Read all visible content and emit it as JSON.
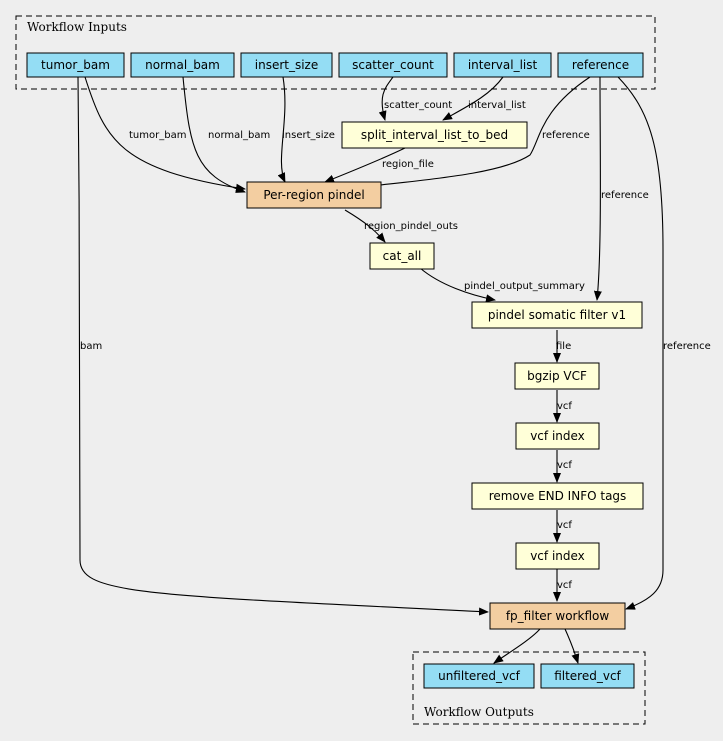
{
  "clusters": {
    "inputs": {
      "title": "Workflow Inputs"
    },
    "outputs": {
      "title": "Workflow Outputs"
    }
  },
  "colors": {
    "input": "#94ddf4",
    "step": "#ffffd8",
    "subworkflow": "#f3cea1",
    "background": "#eeeeee"
  },
  "nodes": {
    "tumor_bam": "tumor_bam",
    "normal_bam": "normal_bam",
    "insert_size": "insert_size",
    "scatter_count": "scatter_count",
    "interval_list": "interval_list",
    "reference": "reference",
    "split_interval_list_to_bed": "split_interval_list_to_bed",
    "per_region_pindel": "Per-region pindel",
    "cat_all": "cat_all",
    "pindel_somatic_filter": "pindel somatic filter v1",
    "bgzip_vcf": "bgzip VCF",
    "vcf_index_1": "vcf index",
    "remove_end_info_tags": "remove END INFO tags",
    "vcf_index_2": "vcf index",
    "fp_filter_workflow": "fp_filter workflow",
    "unfiltered_vcf": "unfiltered_vcf",
    "filtered_vcf": "filtered_vcf"
  },
  "edges": {
    "scatter_count": "scatter_count",
    "interval_list": "interval_list",
    "tumor_bam": "tumor_bam",
    "normal_bam": "normal_bam",
    "insert_size": "insert_size",
    "reference_pindel": "reference",
    "region_file": "region_file",
    "reference_filter": "reference",
    "region_pindel_outs": "region_pindel_outs",
    "pindel_output_summary": "pindel_output_summary",
    "file": "file",
    "bam": "bam",
    "reference_fp": "reference",
    "vcf_1": "vcf",
    "vcf_2": "vcf",
    "vcf_3": "vcf",
    "vcf_4": "vcf"
  }
}
